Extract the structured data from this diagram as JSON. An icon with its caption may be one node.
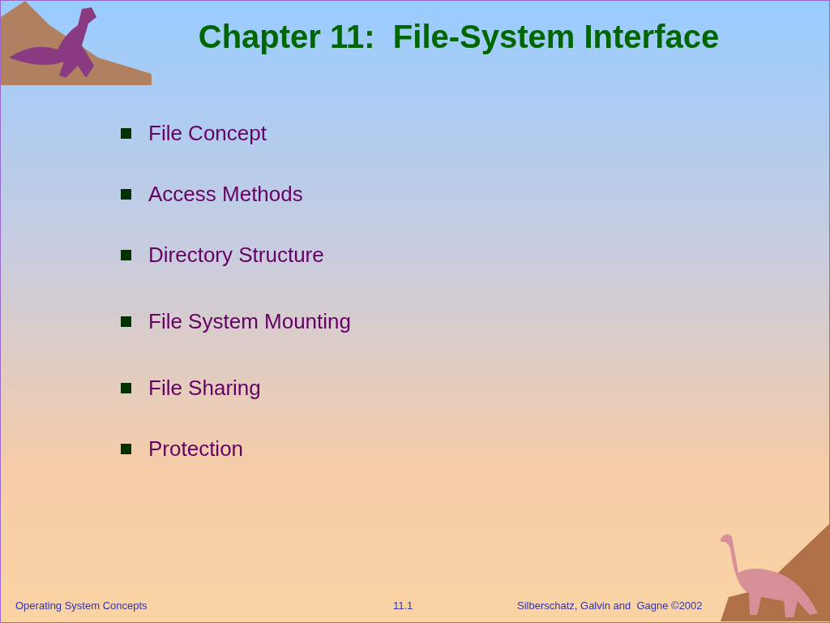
{
  "diagram": {
    "title": "Chapter 11:  File-System Interface",
    "labels": [
      "File Concept",
      "Access Methods",
      "Directory Structure",
      "File System Mounting",
      "File Sharing",
      "Protection",
      "Operating System Concepts",
      "11.1",
      "Silberschatz, Galvin and  Gagne ©2002"
    ]
  }
}
